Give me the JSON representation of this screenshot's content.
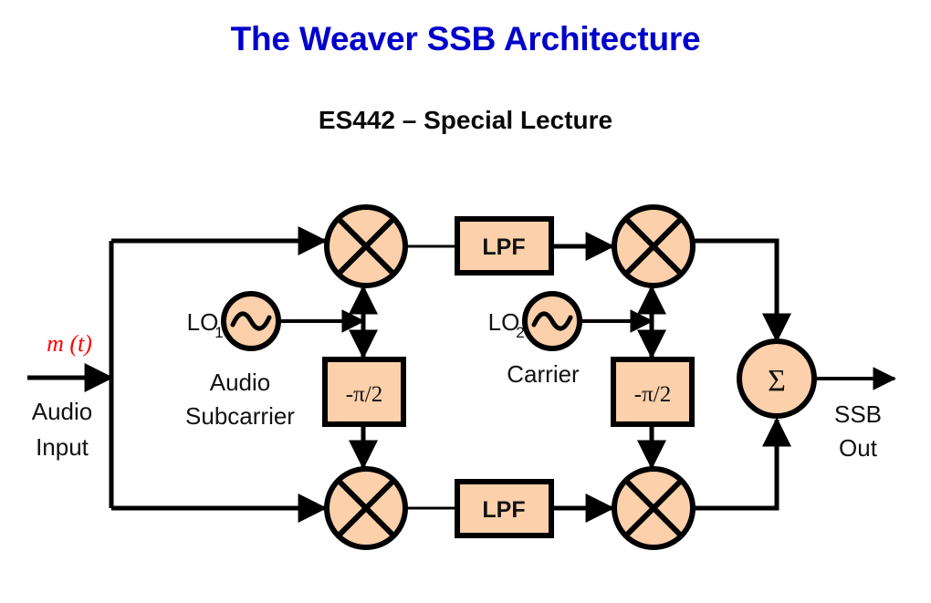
{
  "header": {
    "title": "The Weaver SSB Architecture",
    "subtitle": "ES442 – Special Lecture",
    "title_color": "#0000CC",
    "subtitle_color": "#0A0A0A"
  },
  "theme": {
    "block_fill": "#FBD0AA",
    "stroke": "#000000",
    "background": "#FFFFFF",
    "signal_label_color": "#FF0000"
  },
  "diagram": {
    "type": "block-diagram",
    "name": "weaver-ssb-modulator",
    "input": {
      "signal_label": "m (t)",
      "caption_line1": "Audio",
      "caption_line2": "Input"
    },
    "output": {
      "caption_line1": "SSB",
      "caption_line2": "Out"
    },
    "oscillators": [
      {
        "id": "lo1",
        "label": "LO",
        "subscript": "1",
        "caption_line1": "Audio",
        "caption_line2": "Subcarrier",
        "symbol": "sine-wave"
      },
      {
        "id": "lo2",
        "label": "LO",
        "subscript": "2",
        "caption_line1": "Carrier",
        "caption_line2": "",
        "symbol": "sine-wave"
      }
    ],
    "mixers": [
      {
        "id": "mixer-top-left",
        "symbol": "multiplier-x"
      },
      {
        "id": "mixer-top-right",
        "symbol": "multiplier-x"
      },
      {
        "id": "mixer-bottom-left",
        "symbol": "multiplier-x"
      },
      {
        "id": "mixer-bottom-right",
        "symbol": "multiplier-x"
      }
    ],
    "filters": [
      {
        "id": "lpf-top",
        "label": "LPF"
      },
      {
        "id": "lpf-bottom",
        "label": "LPF"
      }
    ],
    "phase_shifters": [
      {
        "id": "phase-left",
        "label": "-π/2"
      },
      {
        "id": "phase-right",
        "label": "-π/2"
      }
    ],
    "summer": {
      "id": "summer",
      "label": "Σ"
    }
  }
}
